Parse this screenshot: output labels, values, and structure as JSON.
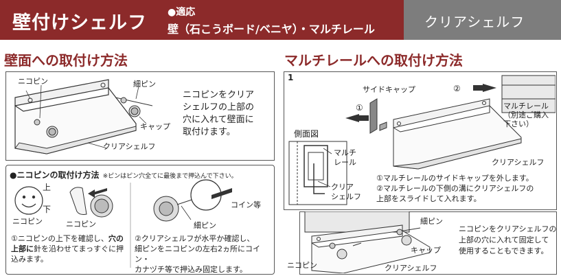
{
  "header": {
    "title": "壁付けシェルフ",
    "sub_title": "●適応",
    "sub_text": "壁（石こうボード/ベニヤ）・マルチレール",
    "right_label": "クリアシェルフ"
  },
  "left_section": {
    "heading": "壁面への取付け方法",
    "labels": {
      "pin": "ニコピン",
      "thin_pin": "細ピン",
      "cap": "キャップ",
      "shelf": "クリアシェルフ"
    },
    "description_lines": [
      "ニコピンをクリア",
      "シェルフの上部の",
      "穴に入れて壁面に",
      "取付けます。"
    ]
  },
  "pin_box": {
    "heading": "●ニコピンの取付け方法",
    "note": "※ピンはピン穴全てに最後まで押込んで下さい。",
    "face_labels": {
      "up": "上",
      "down": "下",
      "name": "ニコピン"
    },
    "pin_label": "ニコピン",
    "coin_label": "コイン等",
    "thin_pin_label": "細ピン",
    "step1_prefix": "①ニコピンの上下を確認し、",
    "step1_bold": "穴の上部に",
    "step1_rest": "針を沿わせてまっすぐに押込みます。",
    "step2_lines": [
      "②クリアシェルフが水平か確認し、",
      "細ピンをニコピンの左右2ヵ所にコイン・",
      "カナヅチ等で押込み固定します。"
    ]
  },
  "right_section": {
    "heading": "マルチレールへの取付け方法",
    "step_number": "1",
    "labels": {
      "side_cap": "サイドキャップ",
      "circle1": "①",
      "circle2": "②",
      "multirail": "マルチレール",
      "multirail_note1": "（別途ご購入",
      "multirail_note2": "下さい）",
      "clear_shelf": "クリアシェルフ",
      "side_view": "側面図",
      "side_multi1": "マルチ",
      "side_multi2": "レール",
      "side_clear1": "クリア",
      "side_clear2": "シェルフ"
    },
    "instructions": [
      "①マルチレールのサイドキャップを外します。",
      "②マルチレールの下側の溝にクリアシェルフの",
      "上部をスライドして入れます。"
    ],
    "lower": {
      "labels": {
        "thin_pin": "細ピン",
        "cap": "キャップ",
        "pin": "ニコピン",
        "shelf": "クリアシェルフ"
      },
      "description_lines": [
        "ニコピンをクリアシェルフの",
        "上部の穴に入れて固定して",
        "使用することもできます。"
      ]
    }
  }
}
